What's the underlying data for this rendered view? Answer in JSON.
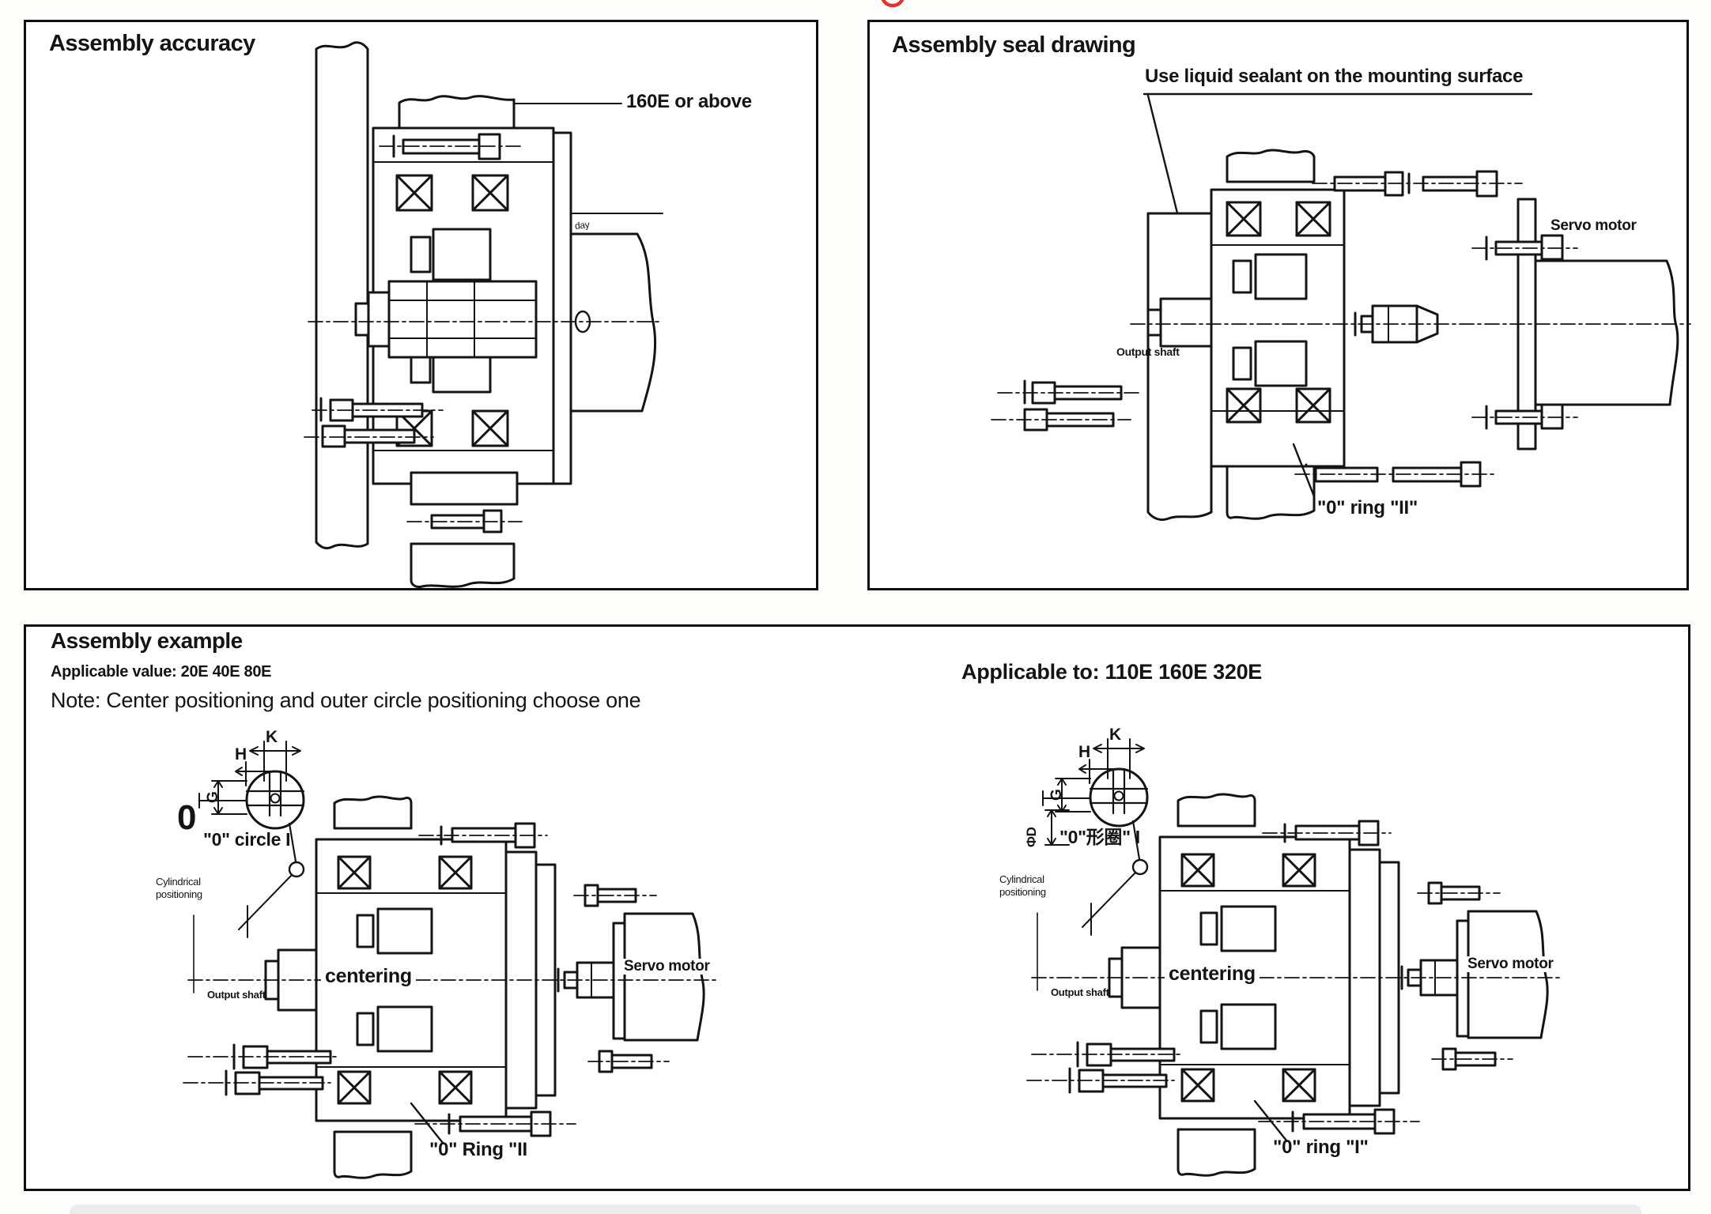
{
  "page": {
    "accent_red": "#e8302a",
    "line_color": "#141414",
    "bottom_bar_color": "#ececec"
  },
  "accuracy": {
    "title": "Assembly accuracy",
    "size_label": "160E or above",
    "dim_label": "day"
  },
  "seal": {
    "title": "Assembly seal drawing",
    "note": "Use liquid sealant on the mounting surface",
    "servo": "Servo motor",
    "output_shaft": "Output shaft",
    "o_ring": "\"0\" ring \"II\""
  },
  "example": {
    "title": "Assembly example",
    "applicable_value": "Applicable value: 20E 40E 80E",
    "note": "Note: Center positioning and outer circle positioning choose one",
    "applicable_to": "Applicable to: 110E 160E 320E",
    "left": {
      "k": "K",
      "h": "H",
      "g": "G",
      "zero": "0",
      "detail": "\"0\" circle I",
      "cyl": "Cylindrical positioning",
      "centering": "centering",
      "output_shaft": "Output shaft",
      "servo": "Servo motor",
      "o_ring": "\"0\" Ring \"II"
    },
    "right": {
      "k": "K",
      "h": "H",
      "g": "G",
      "phid": "ΦD",
      "detail": "\"0\"形圈\" I",
      "cyl": "Cylindrical positioning",
      "centering": "centering",
      "output_shaft": "Output shaft",
      "servo": "Servo motor",
      "o_ring": "\"0\" ring \"I\""
    }
  }
}
